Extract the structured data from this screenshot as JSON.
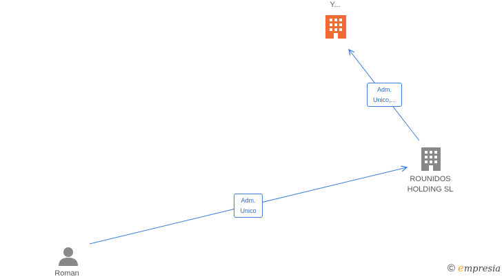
{
  "nodes": {
    "company_top": {
      "label": "Y...",
      "color": "#f26a35",
      "icon": "building-icon"
    },
    "company_rounidos": {
      "label_line1": "ROUNIDOS",
      "label_line2": "HOLDING  SL",
      "color": "#888888",
      "icon": "building-icon"
    },
    "person_roman": {
      "label": "Roman",
      "color": "#888888",
      "icon": "person-icon"
    }
  },
  "edges": {
    "rounidos_to_top": {
      "label_line1": "Adm.",
      "label_line2": "Unico,..."
    },
    "roman_to_rounidos": {
      "label_line1": "Adm.",
      "label_line2": "Unico"
    }
  },
  "brand": {
    "copyright": "©",
    "initial": "e",
    "name": "mpresia"
  },
  "colors": {
    "edge": "#3b7dd8"
  }
}
